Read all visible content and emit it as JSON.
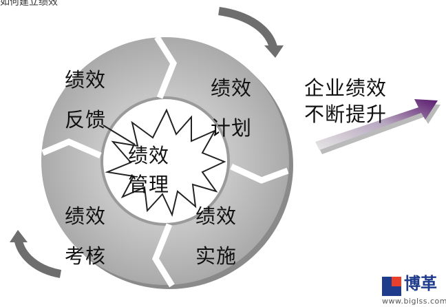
{
  "header_text": "如何建立绩效",
  "center_label": [
    "绩效",
    "管理"
  ],
  "segments": [
    {
      "id": "plan",
      "line1": "绩效",
      "line2": "计划"
    },
    {
      "id": "implement",
      "line1": "绩效",
      "line2": "实施"
    },
    {
      "id": "evaluate",
      "line1": "绩效",
      "line2": "考核"
    },
    {
      "id": "feedback",
      "line1": "绩效",
      "line2": "反馈"
    }
  ],
  "arrow_text": {
    "line1": "企业绩效",
    "line2": "不断提升"
  },
  "logo": {
    "brand": "博革",
    "url": "www.biglss.com"
  },
  "colors": {
    "ring": "#b5b5b5",
    "ring_shadow": "#7c7c7c",
    "arrow_start": "#d8d8d8",
    "arrow_end": "#5a1a6e",
    "logo_blue": "#1f3b8c",
    "logo_red": "#e8402c"
  }
}
